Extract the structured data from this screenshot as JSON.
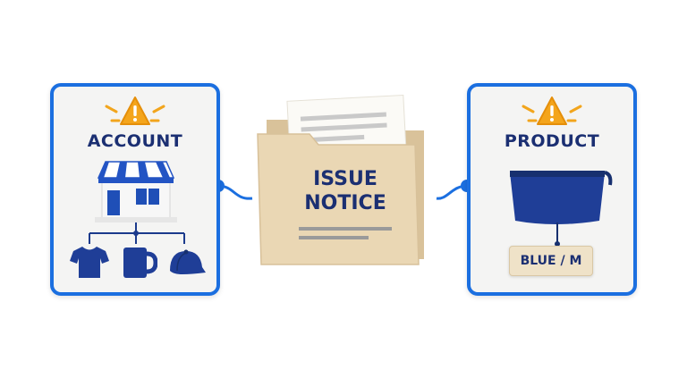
{
  "account_card": {
    "title": "ACCOUNT",
    "warning_icon": "warning-triangle-icon",
    "store_icon": "storefront-icon",
    "item_icons": [
      "tshirt-icon",
      "mug-icon",
      "cap-icon"
    ]
  },
  "issue_notice": {
    "line1": "ISSUE",
    "line2": "NOTICE",
    "icon": "folder-document-icon"
  },
  "product_card": {
    "title": "PRODUCT",
    "warning_icon": "warning-triangle-icon",
    "product_icon": "zipper-pouch-icon",
    "tag_label": "BLUE / M"
  },
  "colors": {
    "accent_blue": "#1b6fe0",
    "navy": "#1b3a8c",
    "warning": "#f2a51c",
    "folder": "#ead7b4"
  }
}
